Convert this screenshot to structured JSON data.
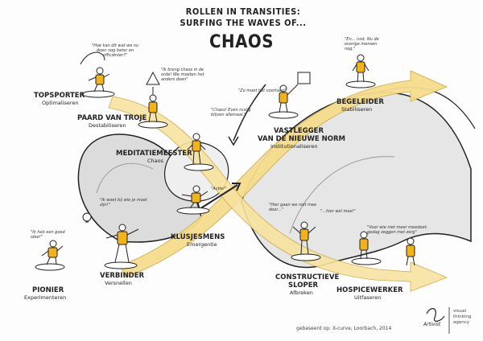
{
  "title": {
    "line1": "ROLLEN IN TRANSITIES:",
    "line2": "SURFING THE WAVES OF...",
    "chaos": "CHAOS"
  },
  "colors": {
    "accent_yellow": "#f2b21a",
    "arrow_yellow": "#f5dc8c",
    "wave_grey": "#d9d9d9",
    "ink": "#222222"
  },
  "roles": {
    "topsporter": {
      "name": "TOPSPORTER",
      "sub": "Optimaliseren",
      "quote": "\"Hoe kan dit wat we nu doen nog beter en efficiënter?\""
    },
    "paard": {
      "name": "PAARD VAN TROJE",
      "sub": "Destabiliseren",
      "quote": "\"Ik breng chaos in de orde! We moeten het anders doen\""
    },
    "meditatie": {
      "name": "MEDITATIEMEESTER",
      "sub": "Chaos",
      "quote": "\"Chaos! Even rustig blijven allemaal.\""
    },
    "klusjesman": {
      "name": "KLUSJESMENS",
      "sub": "Emergentie",
      "quote": "\"Actie!\""
    },
    "vastlegger": {
      "name_line1": "VASTLEGGER",
      "name_line2": "VAN DE NIEUWE NORM",
      "sub": "Institutionaliseren",
      "quote": "\"Zo moet het voortaan\""
    },
    "begeleider": {
      "name": "BEGELEIDER",
      "sub": "Stabiliseren",
      "quote": "\"En... rust. Nu de overige mensen nog.\""
    },
    "pionier": {
      "name": "PIONIER",
      "sub": "Experimenteren",
      "quote": "\"Ik heb een goed idee!\""
    },
    "verbinder": {
      "name": "VERBINDER",
      "sub": "Versnellen",
      "quote": "\"Ik weet bij wie je moet zijn!\""
    },
    "sloper": {
      "name_line1": "CONSTRUCTIEVE",
      "name_line2": "SLOPER",
      "sub": "Afbreken",
      "quote": "\"Hier gaan we niet mee door...\"",
      "quote2": "\"...hier wel mee!\""
    },
    "hospice": {
      "name": "HOSPICEWERKER",
      "sub": "Uitfaseren",
      "quote": "\"Voor wie niet meer meedoet: gedag zeggen met zorg\""
    }
  },
  "footer": {
    "credit": "gebaseerd op: X-curve, Loorbach, 2014",
    "logo_text": "Artivist",
    "agency": [
      "visual",
      "thinking",
      "agency"
    ]
  }
}
